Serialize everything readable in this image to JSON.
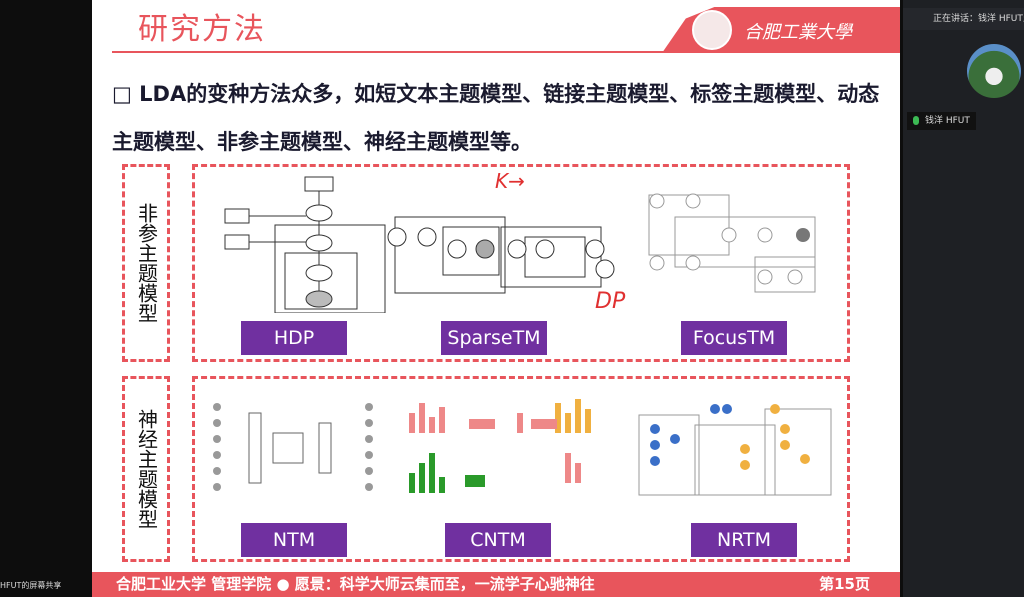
{
  "slide": {
    "title": "研究方法",
    "university": "合肥工業大學",
    "bullet": "□ LDA的变种方法众多，如短文本主题模型、链接主题模型、标签主题模型、动态主题模型、非参主题模型、神经主题模型等。",
    "sections": [
      {
        "label": "非参主题模型",
        "models": [
          "HDP",
          "SparseTM",
          "FocusTM"
        ]
      },
      {
        "label": "神经主题模型",
        "models": [
          "NTM",
          "CNTM",
          "NRTM"
        ]
      }
    ],
    "annotations": [
      "K→",
      "DP"
    ],
    "footer_left": "合肥工业大学 管理学院 ● 愿景：科学大师云集而至，一流学子心驰神往",
    "footer_right": "第15页"
  },
  "meeting": {
    "speaking": "正在讲话：钱洋 HFUT;",
    "participant": "钱洋 HFUT",
    "share_label": "HFUT的屏幕共享"
  },
  "colors": {
    "accent": "#e8555c",
    "label": "#7030a0"
  }
}
